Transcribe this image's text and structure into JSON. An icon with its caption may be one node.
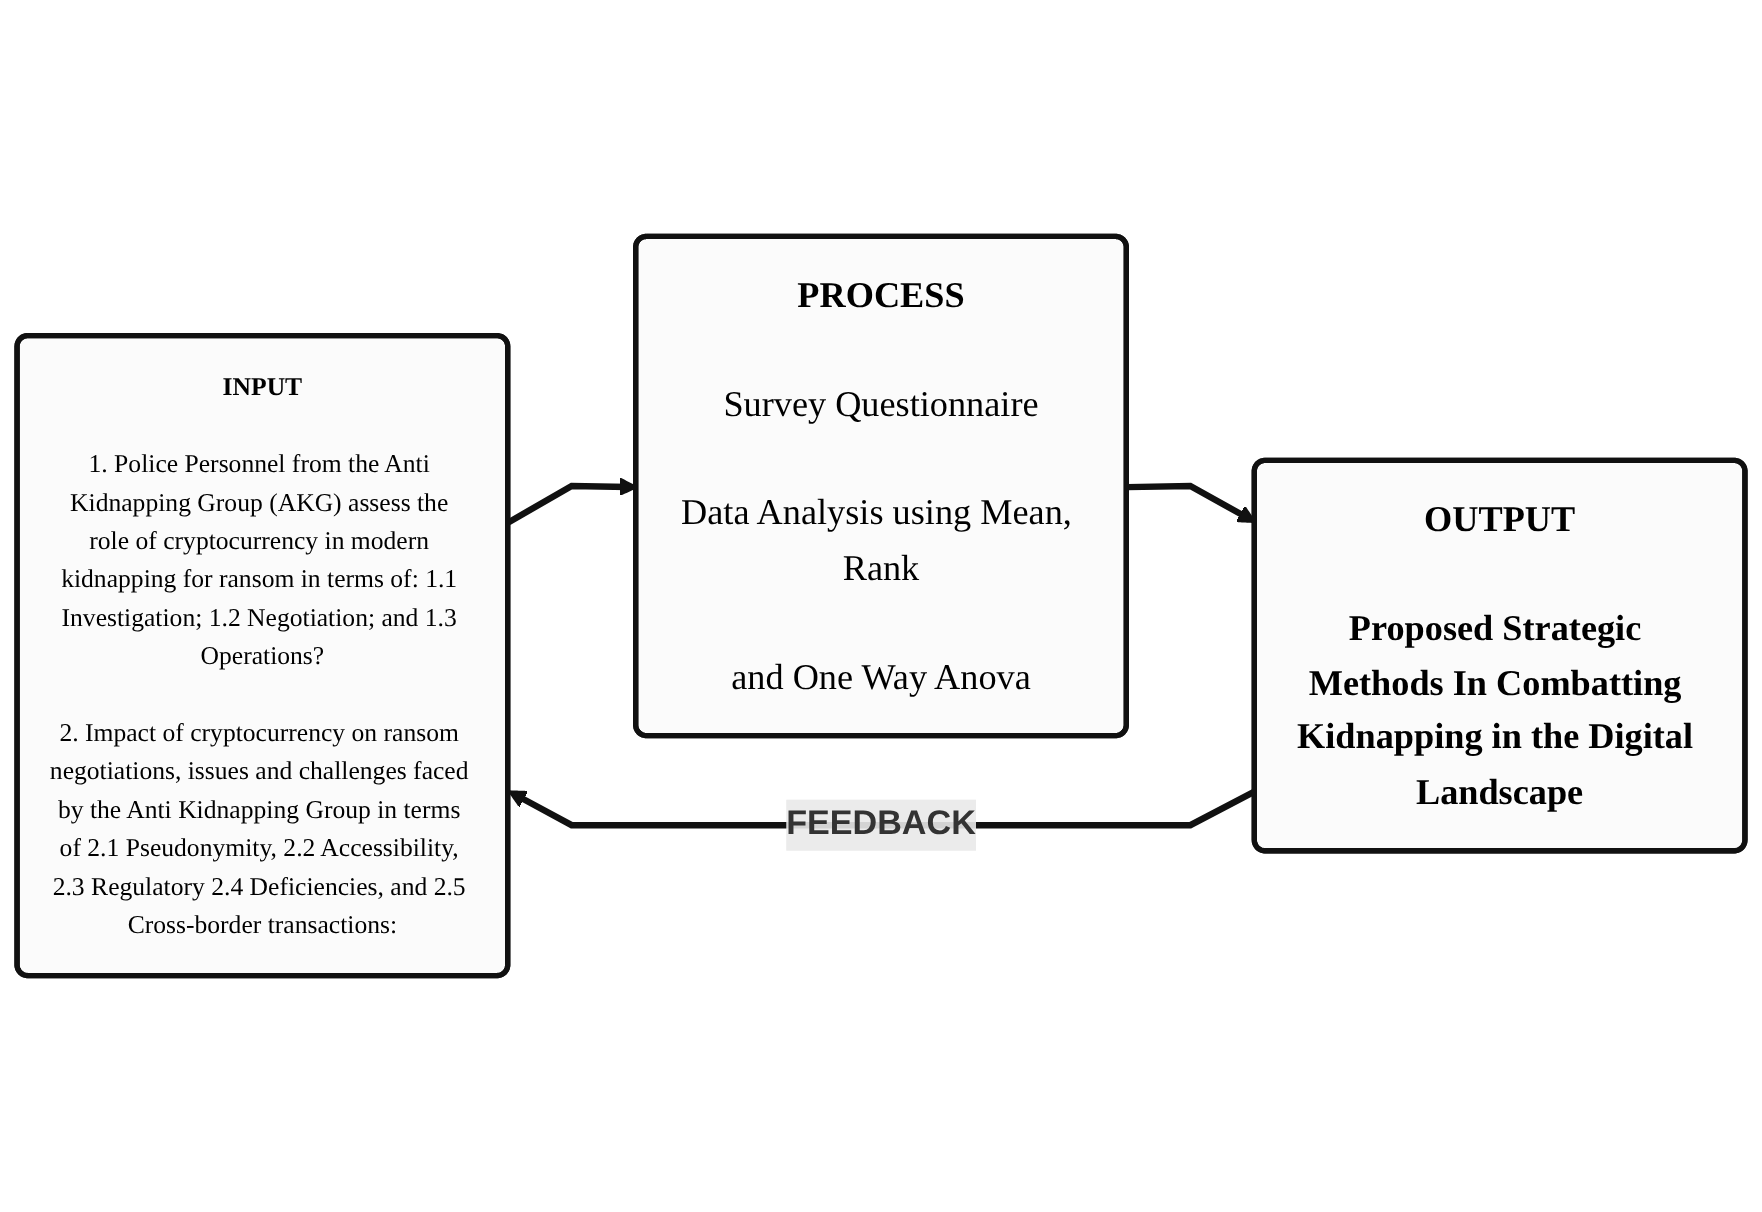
{
  "diagram": {
    "nodes": [
      {
        "text": [
          "INPUT",
          "1. Police Personnel from the Anti Kidnapping Group (AKG) assess the role of cryptocurrency in modern kidnapping for ransom in terms of: 1.1 Investigation; 1.2 Negotiation; and 1.3 Operations?",
          "2. Impact of cryptocurrency on ransom negotiations, issues and challenges faced by the Anti Kidnapping Group in terms of 2.1 Pseudonymity, 2.2 Accessibility, 2.3 Regulatory 2.4 Deficiencies, and 2.5 Cross-border transactions:"
        ]
      },
      {
        "text": [
          "PROCESS",
          "Survey Questionnaire",
          "Data Analysis using Mean, Rank",
          "and One Way Anova"
        ]
      },
      {
        "text": [
          "OUTPUT",
          "Proposed Strategic Methods In Combatting Kidnapping in the Digital Landscape"
        ]
      }
    ],
    "edges": [
      {
        "from": 0,
        "to": 1,
        "arrow": "to"
      },
      {
        "from": 1,
        "to": 2,
        "arrow": "to"
      },
      {
        "from": 2,
        "to": 0,
        "label": "FEEDBACK",
        "arrow": "to"
      }
    ]
  }
}
